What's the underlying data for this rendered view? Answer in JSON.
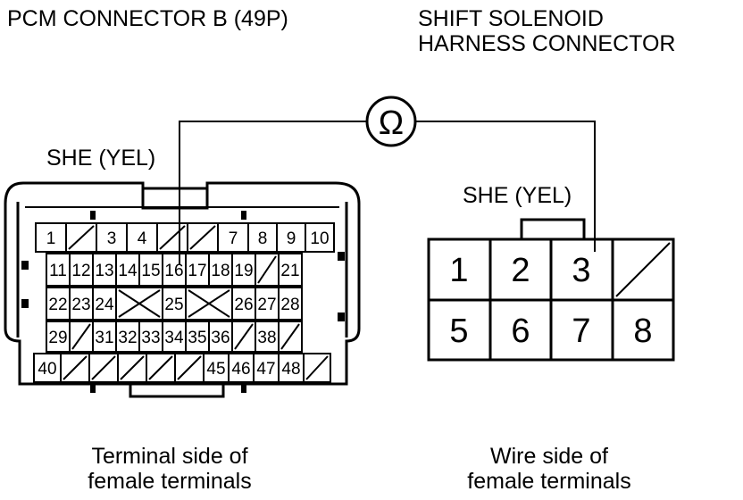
{
  "pcm": {
    "title": "PCM CONNECTOR B (49P)",
    "wire_label": "SHE (YEL)",
    "caption": [
      "Terminal side of",
      "female terminals"
    ],
    "rows": [
      [
        "1",
        "",
        "3",
        "4",
        "",
        "",
        "7",
        "8",
        "9",
        "10"
      ],
      [
        "11",
        "12",
        "13",
        "14",
        "15",
        "16",
        "17",
        "18",
        "19",
        "",
        "21"
      ],
      [
        "22",
        "23",
        "24",
        "",
        "25",
        "",
        "26",
        "27",
        "28"
      ],
      [
        "29",
        "",
        "31",
        "32",
        "33",
        "34",
        "35",
        "36",
        "",
        "38",
        ""
      ],
      [
        "40",
        "",
        "",
        "",
        "",
        "",
        "45",
        "46",
        "47",
        "48",
        ""
      ]
    ]
  },
  "solenoid": {
    "title": [
      "SHIFT SOLENOID",
      "HARNESS CONNECTOR"
    ],
    "wire_label": "SHE (YEL)",
    "caption": [
      "Wire side of",
      "female terminals"
    ],
    "top_row": [
      "1",
      "2",
      "3",
      ""
    ],
    "bottom_row": [
      "5",
      "6",
      "7",
      "8"
    ]
  },
  "meter": {
    "symbol": "Ω"
  }
}
